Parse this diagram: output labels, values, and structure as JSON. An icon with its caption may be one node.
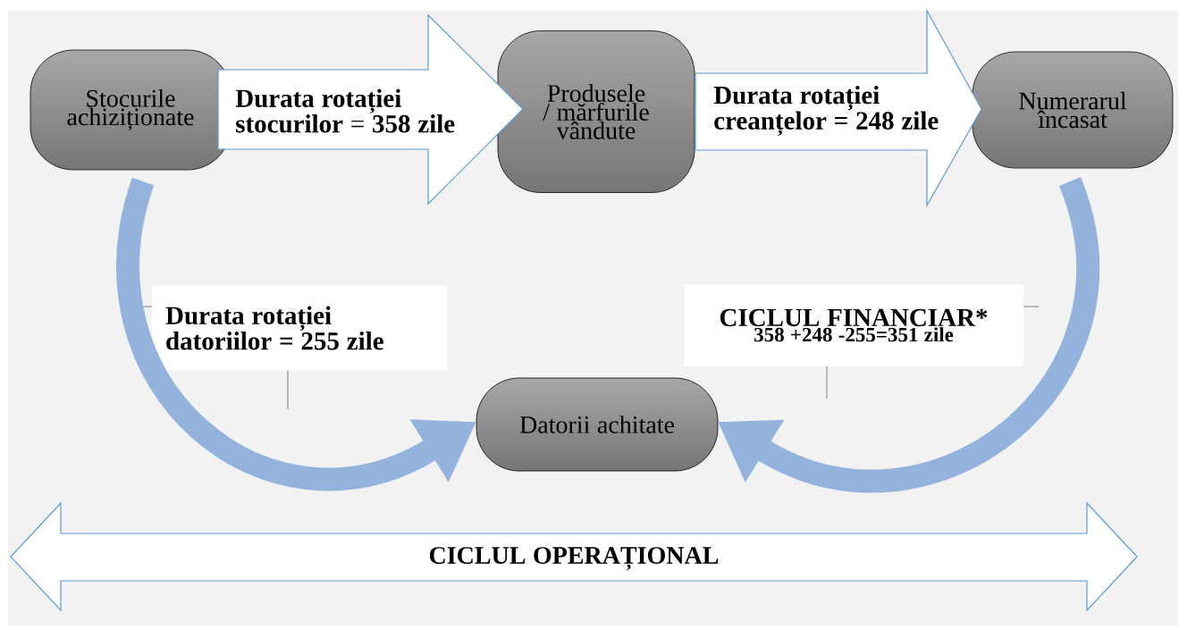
{
  "diagram": {
    "nodes": [
      {
        "text": [
          "Stocurile achiziționate"
        ]
      },
      {
        "text": [
          "Produsele / mărfurile vândute"
        ]
      },
      {
        "text": [
          "Numerarul încasat"
        ]
      },
      {
        "text": [
          "Datorii achitate"
        ]
      },
      {
        "text": [
          "Durata rotației datoriilor = 255 zile"
        ]
      },
      {
        "text": [
          "CICLUL FINANCIAR*",
          "358 +248 -255=351 zile"
        ]
      },
      {
        "text": [
          "CICLUL OPERAȚIONAL"
        ]
      }
    ],
    "edges": [
      {
        "from": 0,
        "to": 1,
        "arrow": "to",
        "label": "**Durata rotației stocurilor** = **358 zile**"
      },
      {
        "from": 1,
        "to": 2,
        "arrow": "to",
        "label": "Durata rotației creanțelor  = 248 zile"
      },
      {
        "from": 0,
        "to": 3,
        "arrow": "to"
      },
      {
        "from": 2,
        "to": 3,
        "arrow": "to"
      }
    ]
  }
}
